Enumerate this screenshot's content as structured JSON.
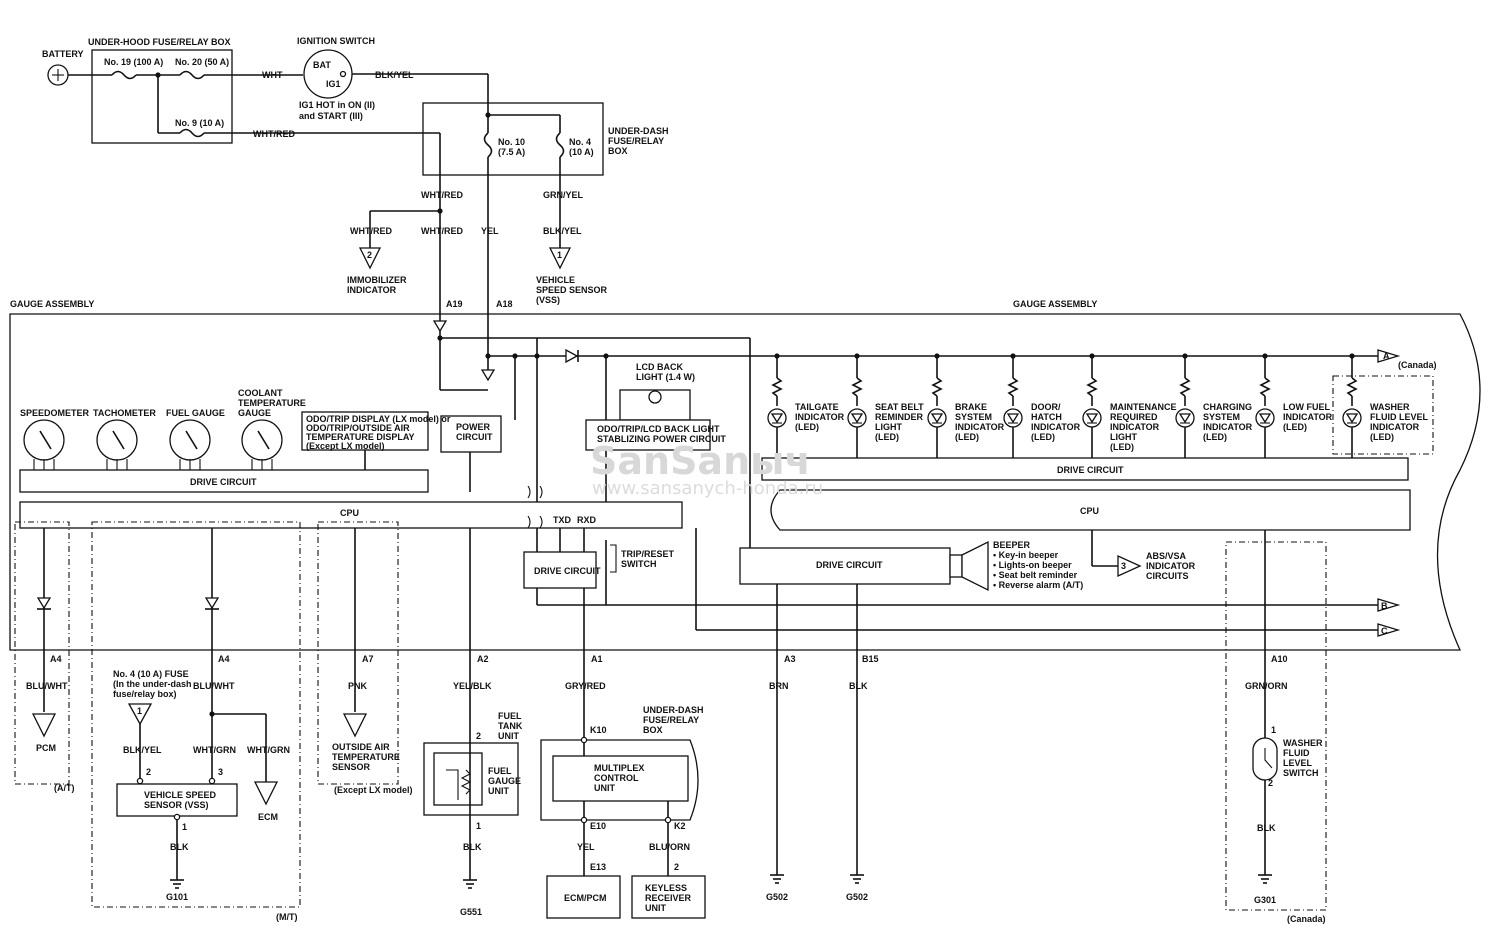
{
  "top": {
    "battery": "BATTERY",
    "under_hood_box": "UNDER-HOOD FUSE/RELAY BOX",
    "fuse19": "No. 19 (100 A)",
    "fuse20": "No. 20 (50 A)",
    "fuse9": "No. 9 (10 A)",
    "wht": "WHT",
    "wht_red_top": "WHT/RED",
    "ignition_switch": "IGNITION SWITCH",
    "bat": "BAT",
    "ig1": "IG1",
    "ig1_hot1": "IG1 HOT in ON (II)",
    "ig1_hot2": "and START (III)",
    "blk_yel": "BLK/YEL",
    "under_dash1": "UNDER-DASH",
    "under_dash2": "FUSE/RELAY",
    "under_dash3": "BOX",
    "fuse10a": "No. 10",
    "fuse10b": "(7.5 A)",
    "fuse4a": "No. 4",
    "fuse4b": "(10 A)",
    "wht_red_1": "WHT/RED",
    "wht_red_2": "WHT/RED",
    "wht_red_3": "WHT/RED",
    "yel": "YEL",
    "grn_yel": "GRN/YEL",
    "blk_yel2": "BLK/YEL",
    "conn2": "2",
    "conn1": "1",
    "immob1": "IMMOBILIZER",
    "immob2": "INDICATOR",
    "vss1": "VEHICLE",
    "vss2": "SPEED SENSOR",
    "vss3": "(VSS)"
  },
  "gauge": {
    "label_left": "GAUGE ASSEMBLY",
    "label_right": "GAUGE ASSEMBLY",
    "a19": "A19",
    "a18": "A18",
    "conn_a": "A",
    "canada_a": "(Canada)",
    "conn_b": "B",
    "conn_c": "C",
    "power1": "POWER",
    "power2": "CIRCUIT",
    "lcd1": "LCD BACK",
    "lcd2": "LIGHT (1.4 W)",
    "stab1": "ODO/TRIP/LCD BACK LIGHT",
    "stab2": "STABLIZING POWER CIRCUIT",
    "odo1": "ODO/TRIP DISPLAY (LX model) or",
    "odo2": "ODO/TRIP/OUTSIDE AIR",
    "odo3": "TEMPERATURE DISPLAY",
    "odo4": "(Except LX model)",
    "drive_circuit": "DRIVE CIRCUIT",
    "drive_circuit_r": "DRIVE CIRCUIT",
    "drive_circuit_m": "DRIVE CIRCUIT",
    "drive_circuit_b": "DRIVE CIRCUIT",
    "cpu": "CPU",
    "cpu_r": "CPU",
    "txd": "TXD",
    "rxd": "RXD",
    "trip1": "TRIP/RESET",
    "trip2": "SWITCH",
    "beeper": "BEEPER",
    "beep1": "• Key-in beeper",
    "beep2": "• Lights-on beeper",
    "beep3": "• Seat belt reminder",
    "beep4": "• Reverse alarm (A/T)",
    "conn3": "3",
    "abs1": "ABS/VSA",
    "abs2": "INDICATOR",
    "abs3": "CIRCUITS",
    "gauges": [
      {
        "name": "speedometer",
        "lines": [
          "SPEEDOMETER"
        ]
      },
      {
        "name": "tachometer",
        "lines": [
          "TACHOMETER"
        ]
      },
      {
        "name": "fuel-gauge",
        "lines": [
          "FUEL GAUGE"
        ]
      },
      {
        "name": "coolant-temperature-gauge",
        "lines": [
          "COOLANT",
          "TEMPERATURE",
          "GAUGE"
        ]
      }
    ],
    "indicators": [
      {
        "name": "tailgate",
        "lines": [
          "TAILGATE",
          "INDICATOR",
          "(LED)"
        ]
      },
      {
        "name": "seat-belt",
        "lines": [
          "SEAT BELT",
          "REMINDER",
          "LIGHT",
          "(LED)"
        ]
      },
      {
        "name": "brake-system",
        "lines": [
          "BRAKE",
          "SYSTEM",
          "INDICATOR",
          "(LED)"
        ]
      },
      {
        "name": "door-hatch",
        "lines": [
          "DOOR/",
          "HATCH",
          "INDICATOR",
          "(LED)"
        ]
      },
      {
        "name": "maintenance",
        "lines": [
          "MAINTENANCE",
          "REQUIRED",
          "INDICATOR",
          "LIGHT",
          "(LED)"
        ]
      },
      {
        "name": "charging-system",
        "lines": [
          "CHARGING",
          "SYSTEM",
          "INDICATOR",
          "(LED)"
        ]
      },
      {
        "name": "low-fuel",
        "lines": [
          "LOW FUEL",
          "INDICATOR",
          "(LED)"
        ]
      },
      {
        "name": "washer-fluid",
        "lines": [
          "WASHER",
          "FLUID LEVEL",
          "INDICATOR",
          "(LED)"
        ]
      }
    ]
  },
  "bottom": {
    "a4_l": "A4",
    "blu_wht_l": "BLU/WHT",
    "pcm": "PCM",
    "at": "(A/T)",
    "mt": "(M/T)",
    "a4_r": "A4",
    "blu_wht_r": "BLU/WHT",
    "fuse4a": "No. 4 (10 A) FUSE",
    "fuse4b": "(In the under-dash",
    "fuse4c": "fuse/relay box)",
    "conn1": "1",
    "blk_yel": "BLK/YEL",
    "ecm": "ECM",
    "wht_grn1": "WHT/GRN",
    "wht_grn2": "WHT/GRN",
    "pin2": "2",
    "pin3": "3",
    "vss1": "VEHICLE SPEED",
    "vss2": "SENSOR (VSS)",
    "pin1a": "1",
    "blk1": "BLK",
    "g101": "G101",
    "a7": "A7",
    "pnk": "PNK",
    "oat1": "OUTSIDE AIR",
    "oat2": "TEMPERATURE",
    "oat3": "SENSOR",
    "except": "(Except LX model)",
    "a2": "A2",
    "yel_blk": "YEL/BLK",
    "ftu1": "FUEL",
    "ftu2": "TANK",
    "ftu3": "UNIT",
    "pin2b": "2",
    "fgu1": "FUEL",
    "fgu2": "GAUGE",
    "fgu3": "UNIT",
    "pin1b": "1",
    "blk2": "BLK",
    "g551": "G551",
    "a1": "A1",
    "gry_red": "GRY/RED",
    "ud1": "UNDER-DASH",
    "ud2": "FUSE/RELAY",
    "ud3": "BOX",
    "k10": "K10",
    "mcu1": "MULTIPLEX",
    "mcu2": "CONTROL",
    "mcu3": "UNIT",
    "e10": "E10",
    "k2": "K2",
    "yel2": "YEL",
    "blu_orn": "BLU/ORN",
    "e13": "E13",
    "pin2c": "2",
    "ecm_pcm": "ECM/PCM",
    "kr1": "KEYLESS",
    "kr2": "RECEIVER",
    "kr3": "UNIT",
    "a3": "A3",
    "b15": "B15",
    "brn": "BRN",
    "blk3": "BLK",
    "g502a": "G502",
    "g502b": "G502",
    "a10": "A10",
    "grn_orn": "GRN/ORN",
    "pin1c": "1",
    "wfs1": "WASHER",
    "wfs2": "FLUID",
    "wfs3": "LEVEL",
    "wfs4": "SWITCH",
    "pin2d": "2",
    "blk4": "BLK",
    "g301": "G301",
    "canada": "(Canada)"
  },
  "watermark": {
    "line1": "SanSanыч",
    "line2": "www.sansanych-honda.ru"
  }
}
